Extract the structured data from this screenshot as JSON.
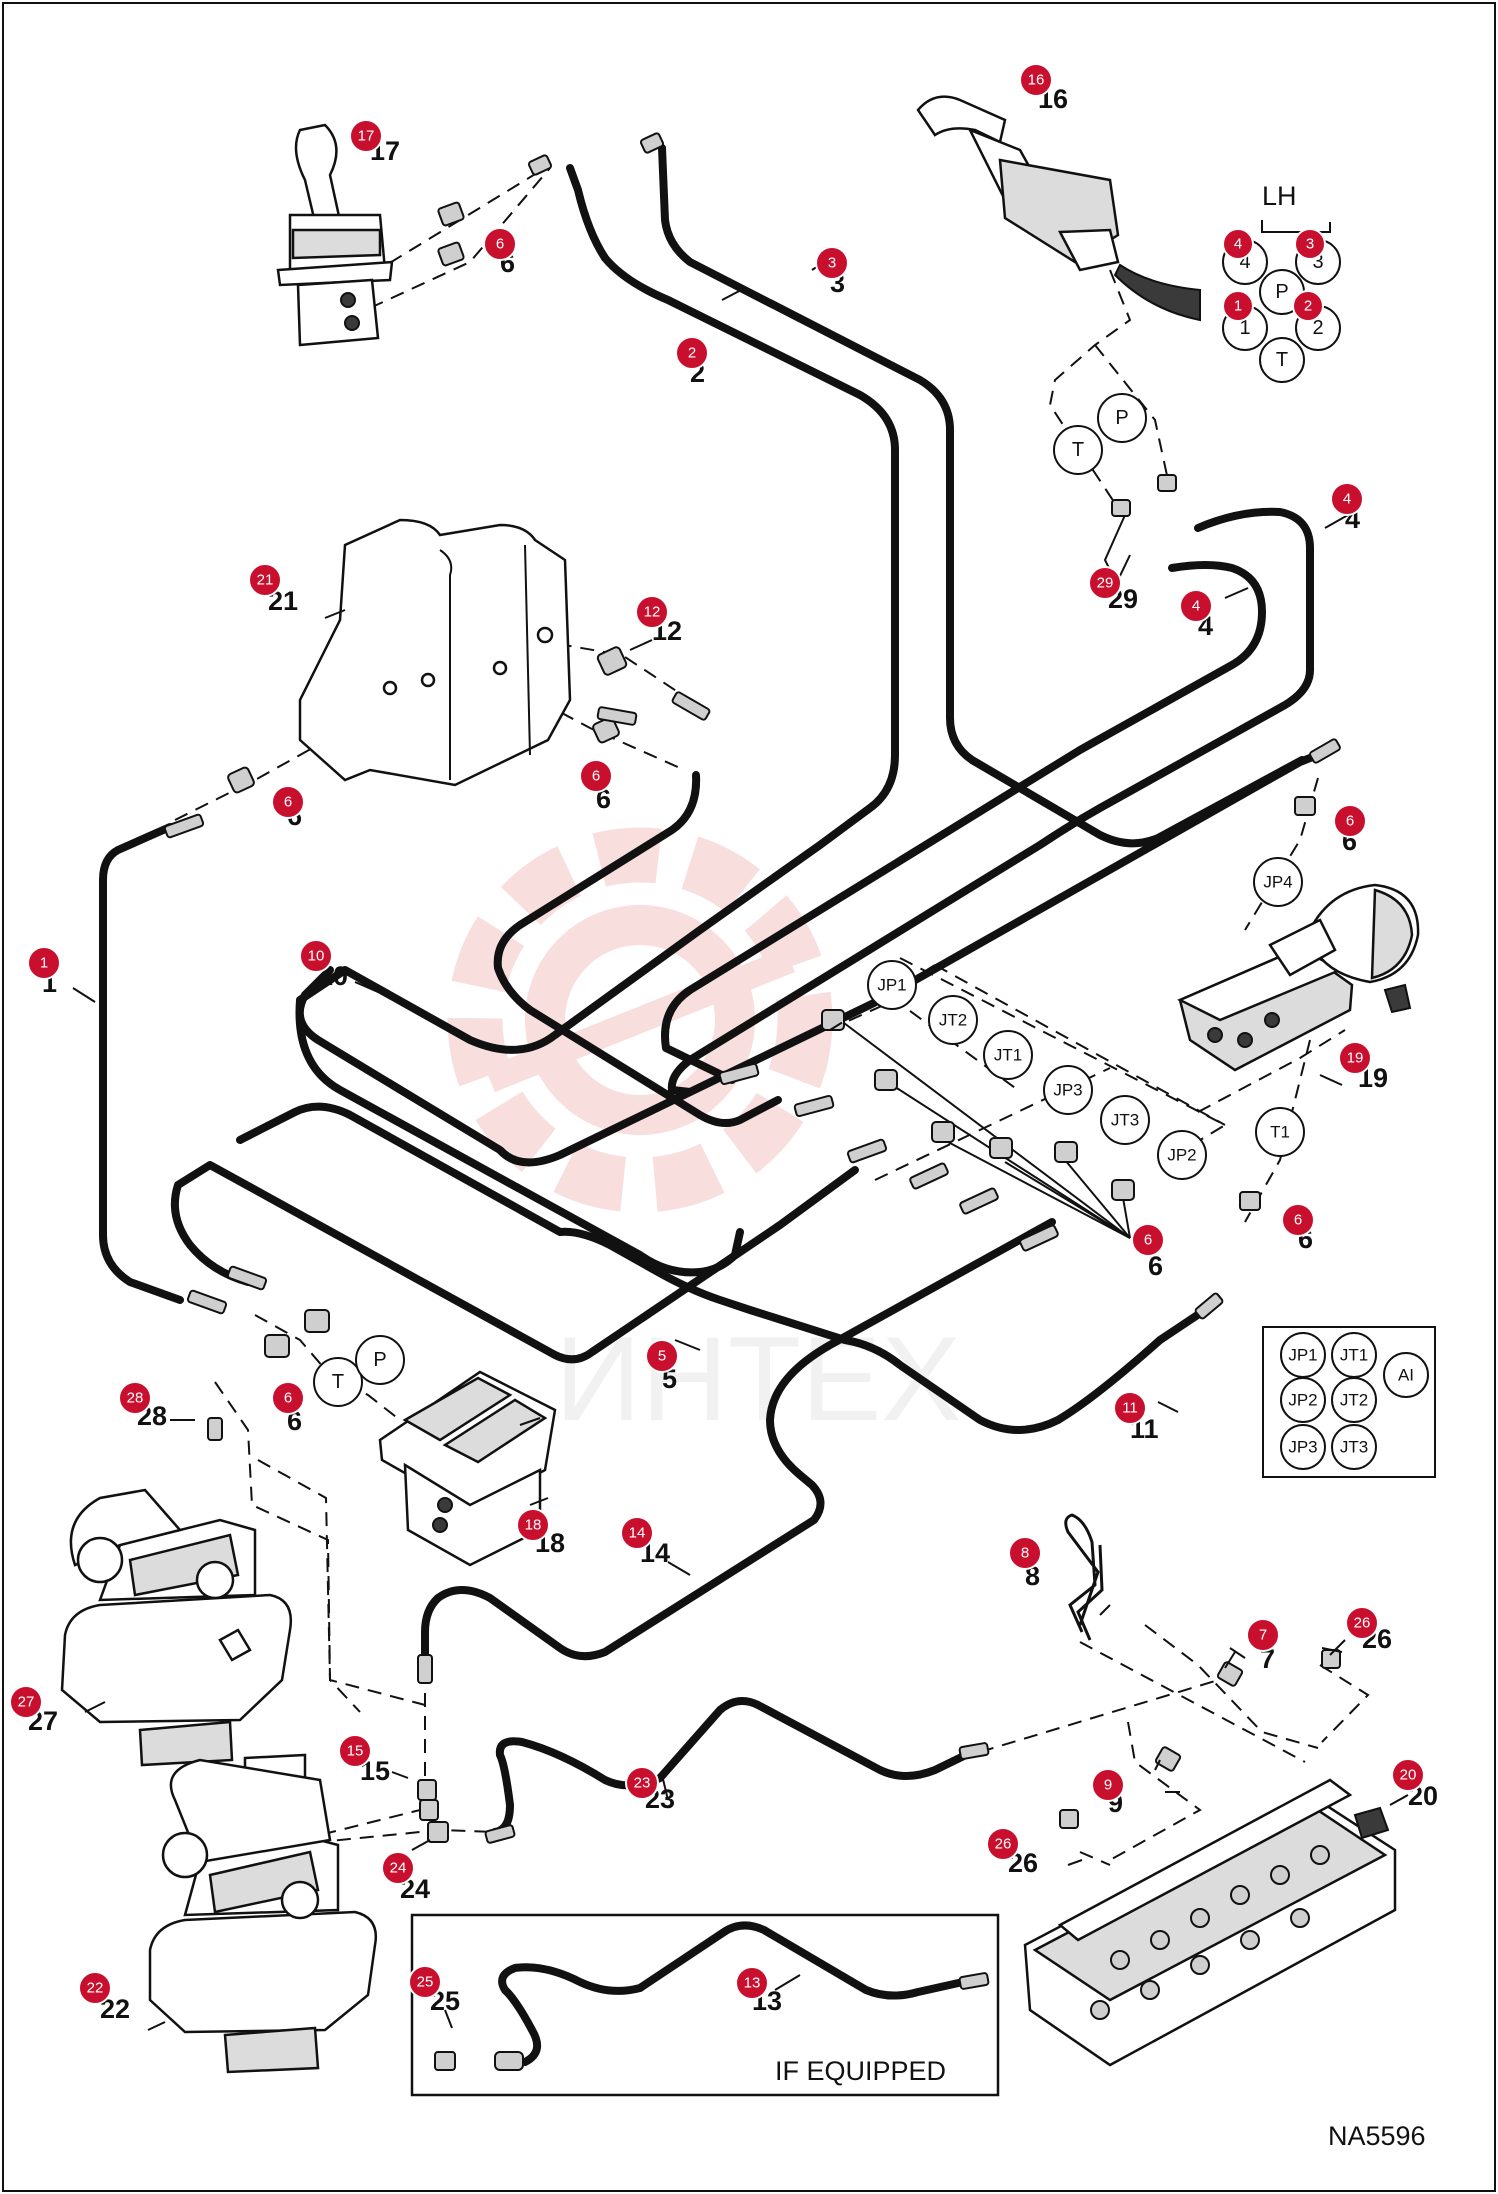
{
  "title_code": "NA5596",
  "labels": {
    "lh": "LH",
    "if_equipped": "IF EQUIPPED"
  },
  "watermark_text": "ИНТЕХ",
  "colors": {
    "badge": "#c8102e",
    "line": "#111111",
    "watermark": "#f4c4c4"
  },
  "callouts": [
    {
      "id": "c1",
      "num": "1",
      "badge": "1"
    },
    {
      "id": "c2",
      "num": "2",
      "badge": "2"
    },
    {
      "id": "c3",
      "num": "3",
      "badge": "3"
    },
    {
      "id": "c4a",
      "num": "4",
      "badge": "4"
    },
    {
      "id": "c4b",
      "num": "4",
      "badge": "4"
    },
    {
      "id": "c5",
      "num": "5",
      "badge": "5"
    },
    {
      "id": "c6a",
      "num": "6",
      "badge": "6"
    },
    {
      "id": "c6b",
      "num": "6",
      "badge": "6"
    },
    {
      "id": "c6c",
      "num": "6",
      "badge": "6"
    },
    {
      "id": "c6d",
      "num": "6",
      "badge": "6"
    },
    {
      "id": "c6e",
      "num": "6",
      "badge": "6"
    },
    {
      "id": "c6f",
      "num": "6",
      "badge": "6"
    },
    {
      "id": "c6g",
      "num": "6",
      "badge": "6"
    },
    {
      "id": "c7",
      "num": "7",
      "badge": "7"
    },
    {
      "id": "c8",
      "num": "8",
      "badge": "8"
    },
    {
      "id": "c9",
      "num": "9",
      "badge": "9"
    },
    {
      "id": "c10",
      "num": "10",
      "badge": "10"
    },
    {
      "id": "c11",
      "num": "11",
      "badge": "11"
    },
    {
      "id": "c12",
      "num": "12",
      "badge": "12"
    },
    {
      "id": "c13",
      "num": "13",
      "badge": "13"
    },
    {
      "id": "c14",
      "num": "14",
      "badge": "14"
    },
    {
      "id": "c15",
      "num": "15",
      "badge": "15"
    },
    {
      "id": "c16",
      "num": "16",
      "badge": "16"
    },
    {
      "id": "c17",
      "num": "17",
      "badge": "17"
    },
    {
      "id": "c18",
      "num": "18",
      "badge": "18"
    },
    {
      "id": "c19",
      "num": "19",
      "badge": "19"
    },
    {
      "id": "c20",
      "num": "20",
      "badge": "20"
    },
    {
      "id": "c21",
      "num": "21",
      "badge": "21"
    },
    {
      "id": "c22",
      "num": "22",
      "badge": "22"
    },
    {
      "id": "c23",
      "num": "23",
      "badge": "23"
    },
    {
      "id": "c24",
      "num": "24",
      "badge": "24"
    },
    {
      "id": "c25",
      "num": "25",
      "badge": "25"
    },
    {
      "id": "c26a",
      "num": "26",
      "badge": "26"
    },
    {
      "id": "c26b",
      "num": "26",
      "badge": "26"
    },
    {
      "id": "c27",
      "num": "27",
      "badge": "27"
    },
    {
      "id": "c28",
      "num": "28",
      "badge": "28"
    },
    {
      "id": "c29",
      "num": "29",
      "badge": "29"
    }
  ],
  "port_circles": [
    {
      "id": "lh-t",
      "label": "T"
    },
    {
      "id": "lh-p",
      "label": "P"
    },
    {
      "id": "lh-4",
      "label": "4"
    },
    {
      "id": "lh-3",
      "label": "3"
    },
    {
      "id": "lh-1",
      "label": "1"
    },
    {
      "id": "lh-2",
      "label": "2"
    },
    {
      "id": "lh-pc",
      "label": "P"
    },
    {
      "id": "lh-tc",
      "label": "T"
    },
    {
      "id": "jp4",
      "label": "JP4"
    },
    {
      "id": "jp1",
      "label": "JP1"
    },
    {
      "id": "jt2",
      "label": "JT2"
    },
    {
      "id": "jt1",
      "label": "JT1"
    },
    {
      "id": "jp3",
      "label": "JP3"
    },
    {
      "id": "jt3",
      "label": "JT3"
    },
    {
      "id": "jp2",
      "label": "JP2"
    },
    {
      "id": "t1",
      "label": "T1"
    },
    {
      "id": "ped-t",
      "label": "T"
    },
    {
      "id": "ped-p",
      "label": "P"
    }
  ],
  "port_legend": [
    "JP1",
    "JT1",
    "AI",
    "JP2",
    "JT2",
    "JP3",
    "JT3"
  ],
  "port_badges": [
    {
      "id": "lhb4",
      "badge": "4"
    },
    {
      "id": "lhb3",
      "badge": "3"
    },
    {
      "id": "lhb1",
      "badge": "1"
    },
    {
      "id": "lhb2",
      "badge": "2"
    }
  ]
}
